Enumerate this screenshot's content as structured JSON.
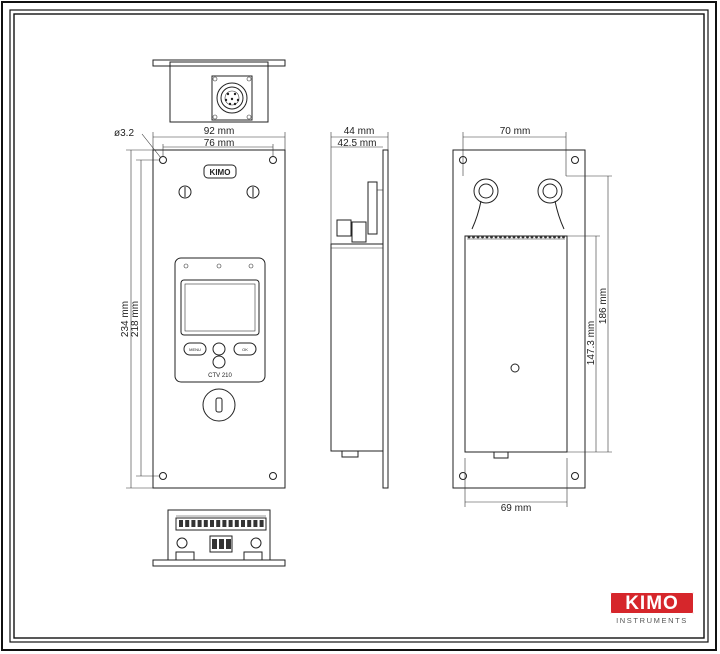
{
  "dimensions": {
    "hole_diameter": "ø3.2",
    "front_width_outer": "92 mm",
    "front_width_inner": "76 mm",
    "front_height_outer": "234 mm",
    "front_height_inner": "218 mm",
    "side_depth_outer": "44 mm",
    "side_depth_inner": "42.5 mm",
    "back_width_top": "70 mm",
    "back_width_bottom": "69 mm",
    "back_height_outer": "186 mm",
    "back_height_inner": "147.3 mm"
  },
  "device": {
    "front_logo": "KIMO",
    "model_label": "CTV 210",
    "btn_left": "MENU",
    "btn_right": "OK"
  },
  "brand": {
    "logo": "KIMO",
    "sub": "INSTRUMENTS",
    "color": "#d6262b"
  }
}
